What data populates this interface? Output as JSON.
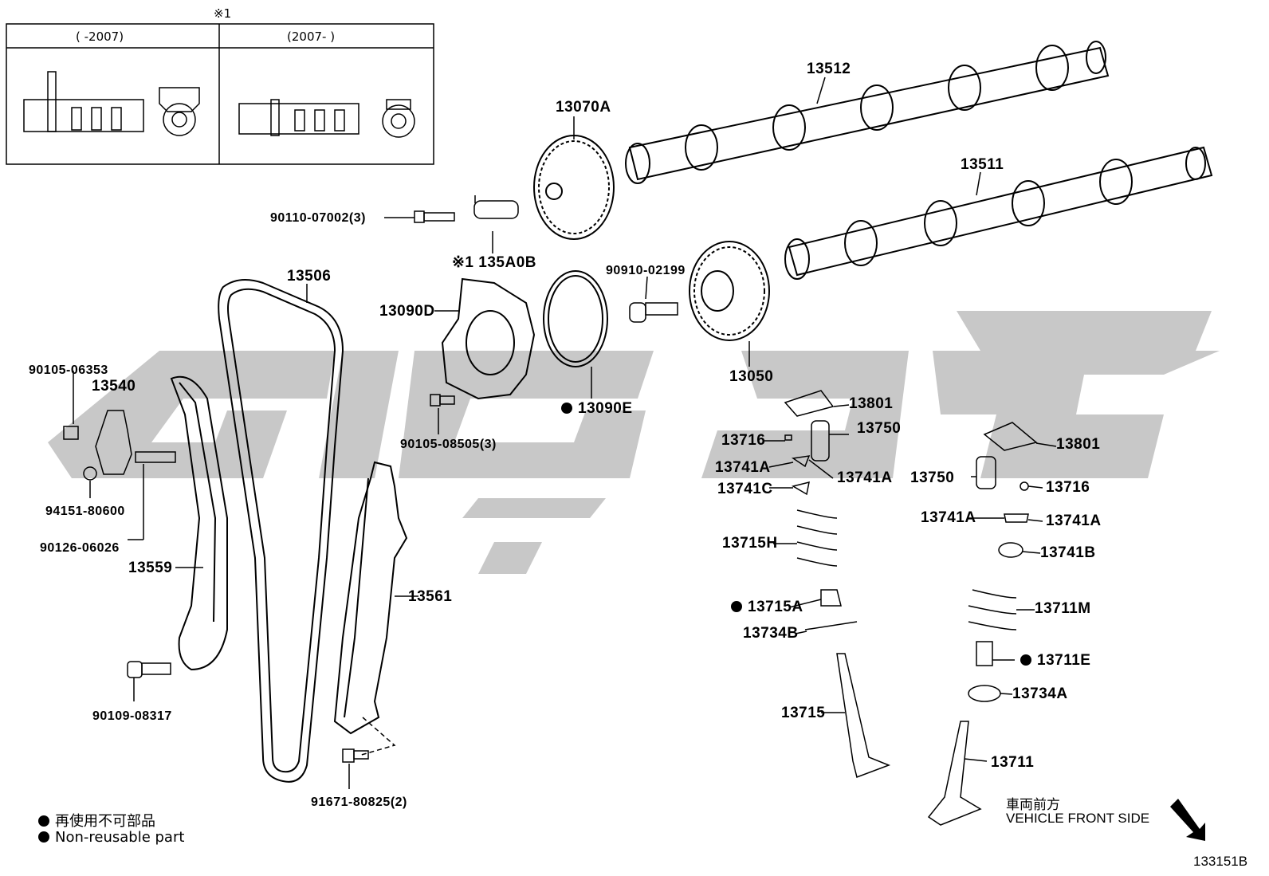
{
  "colors": {
    "line": "#000000",
    "watermark": "#c8c8c8",
    "background": "#ffffff"
  },
  "inset": {
    "note_mark": "※1",
    "col_left": "(     -2007)",
    "col_right": "(2007-     )"
  },
  "labels": {
    "p13512": "13512",
    "p13511": "13511",
    "p13070A": "13070A",
    "p90110": "90110-07002(3)",
    "p135A0B": "※1 135A0B",
    "p90910": "90910-02199",
    "p13506": "13506",
    "p13090D": "13090D",
    "p13090E": "13090E",
    "p13050": "13050",
    "p90105_08505": "90105-08505(3)",
    "p90105_06353": "90105-06353",
    "p13540": "13540",
    "p94151": "94151-80600",
    "p90126": "90126-06026",
    "p13559": "13559",
    "p13561": "13561",
    "p90109": "90109-08317",
    "p91671": "91671-80825(2)",
    "p13801a": "13801",
    "p13750a": "13750",
    "p13716a": "13716",
    "p13741Aa": "13741A",
    "p13741Ab": "13741A",
    "p13741C": "13741C",
    "p13715H": "13715H",
    "p13715A": "13715A",
    "p13734B": "13734B",
    "p13715": "13715",
    "p13801b": "13801",
    "p13750b": "13750",
    "p13716b": "13716",
    "p13741Ac": "13741A",
    "p13741Ad": "13741A",
    "p13741B": "13741B",
    "p13711M": "13711M",
    "p13711E": "13711E",
    "p13734A": "13734A",
    "p13711": "13711"
  },
  "legend": {
    "line1": "再使用不可部品",
    "line2": "Non-reusable part"
  },
  "direction": {
    "jp": "車両前方",
    "en": "VEHICLE FRONT SIDE"
  },
  "figure_id": "133151B"
}
